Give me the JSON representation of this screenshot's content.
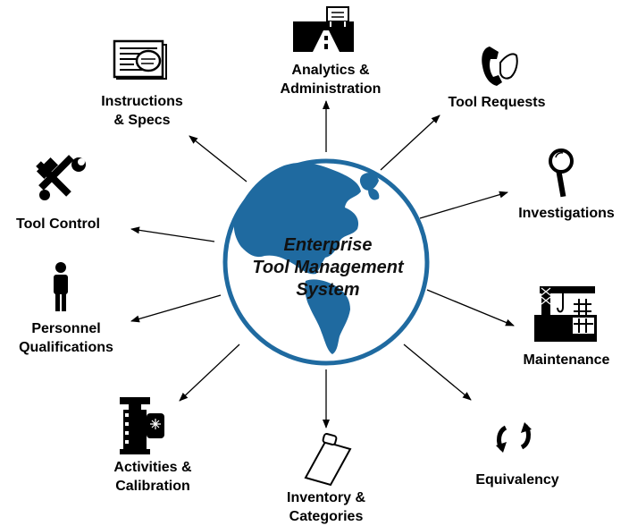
{
  "center": {
    "line1": "Enterprise",
    "line2": "Tool Management",
    "line3": "System",
    "globe_color": "#1f6aa0"
  },
  "nodes": [
    {
      "id": "analytics",
      "icon": "road-sign-icon",
      "lines": [
        "Analytics &",
        "Administration"
      ]
    },
    {
      "id": "tool-requests",
      "icon": "phone-icon",
      "lines": [
        "Tool Requests"
      ]
    },
    {
      "id": "investigations",
      "icon": "magnifier-icon",
      "lines": [
        "Investigations"
      ]
    },
    {
      "id": "maintenance",
      "icon": "crane-icon",
      "lines": [
        "Maintenance"
      ]
    },
    {
      "id": "equivalency",
      "icon": "refresh-arrows-icon",
      "lines": [
        "Equivalency"
      ]
    },
    {
      "id": "inventory",
      "icon": "clipboard-icon",
      "lines": [
        "Inventory &",
        "Categories"
      ]
    },
    {
      "id": "activities",
      "icon": "film-reel-icon",
      "lines": [
        "Activities &",
        "Calibration"
      ]
    },
    {
      "id": "personnel",
      "icon": "person-icon",
      "lines": [
        "Personnel",
        "Qualifications"
      ]
    },
    {
      "id": "tool-control",
      "icon": "hammer-wrench-icon",
      "lines": [
        "Tool Control"
      ]
    },
    {
      "id": "instructions",
      "icon": "newspaper-icon",
      "lines": [
        "Instructions",
        "& Specs"
      ]
    }
  ]
}
